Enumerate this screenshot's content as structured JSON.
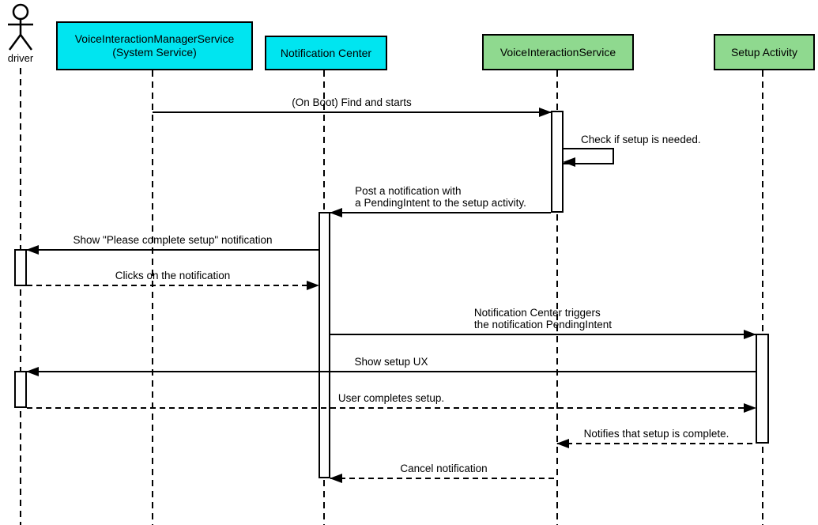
{
  "diagram": {
    "type": "uml-sequence-diagram",
    "participants": [
      {
        "name": "driver",
        "type": "actor"
      },
      {
        "name": "VoiceInteractionManagerService",
        "subtitle": "(System Service)",
        "type": "system-service"
      },
      {
        "name": "Notification Center",
        "type": "system-service"
      },
      {
        "name": "VoiceInteractionService",
        "type": "app-component"
      },
      {
        "name": "Setup Activity",
        "type": "app-component"
      }
    ],
    "colors": {
      "system_fill": "#00e5f0",
      "app_fill": "#8fd98f",
      "stroke": "#000000",
      "background": "#ffffff"
    },
    "messages": [
      {
        "label": "(On Boot) Find and starts",
        "from": "VoiceInteractionManagerService",
        "to": "VoiceInteractionService",
        "style": "solid"
      },
      {
        "label": "Check if setup is needed.",
        "from": "VoiceInteractionService",
        "to": "VoiceInteractionService",
        "style": "solid-self"
      },
      {
        "lines": [
          "Post a notification with",
          "a PendingIntent to the setup activity."
        ],
        "from": "VoiceInteractionService",
        "to": "Notification Center",
        "style": "solid"
      },
      {
        "label": "Show \"Please complete setup\" notification",
        "from": "Notification Center",
        "to": "driver",
        "style": "solid"
      },
      {
        "label": "Clicks on the notification",
        "from": "driver",
        "to": "Notification Center",
        "style": "dashed"
      },
      {
        "lines": [
          "Notification Center triggers",
          "the notification PendingIntent"
        ],
        "from": "Notification Center",
        "to": "Setup Activity",
        "style": "solid"
      },
      {
        "label": "Show setup UX",
        "from": "Setup Activity",
        "to": "driver",
        "style": "solid"
      },
      {
        "label": "User completes setup.",
        "from": "driver",
        "to": "Setup Activity",
        "style": "dashed"
      },
      {
        "label": "Notifies that setup is complete.",
        "from": "Setup Activity",
        "to": "VoiceInteractionService",
        "style": "dashed"
      },
      {
        "label": "Cancel notification",
        "from": "VoiceInteractionService",
        "to": "Notification Center",
        "style": "dashed"
      }
    ]
  }
}
